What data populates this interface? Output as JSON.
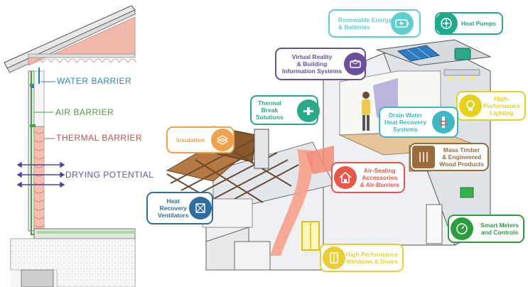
{
  "wall_labels": {
    "water": "WATER BARRIER",
    "air": "AIR BARRIER",
    "thermal": "THERMAL BARRIER",
    "drying": "DRYING POTENTIAL"
  },
  "callouts": {
    "renewable": {
      "lines": [
        "Renewable Energy",
        "& Batteries"
      ],
      "color": "#5ecfd0"
    },
    "heat_pumps": {
      "lines": [
        "Heat Pumps"
      ],
      "color": "#21ab8e"
    },
    "vr_bim": {
      "lines": [
        "Virtual Reality",
        "& Building",
        "Information Systems"
      ],
      "color": "#6c4f9c"
    },
    "lighting": {
      "lines": [
        "High-",
        "Performance",
        "Lighting"
      ],
      "color": "#e6d21e"
    },
    "thermal_break": {
      "lines": [
        "Thermal",
        "Break",
        "Solutions"
      ],
      "color": "#2aa98b"
    },
    "drain_water": {
      "lines": [
        "Drain Water",
        "Heat Recovery",
        "Systems"
      ],
      "color": "#3eb8c4"
    },
    "insulation": {
      "lines": [
        "Insulation"
      ],
      "color": "#f2a04a"
    },
    "mass_timber": {
      "lines": [
        "Mass Timber",
        "& Engineered",
        "Wood Products"
      ],
      "color": "#9a6b3b"
    },
    "air_sealing": {
      "lines": [
        "Air-Sealing",
        "Accessories",
        "& Air-Barriers"
      ],
      "color": "#e8584a"
    },
    "hrv": {
      "lines": [
        "Heat",
        "Recovery",
        "Ventilators"
      ],
      "color": "#2e6e9e"
    },
    "smart_meters": {
      "lines": [
        "Smart Meters",
        "and Controls"
      ],
      "color": "#2a9e3f"
    },
    "windows": {
      "lines": [
        "High Performance",
        "Windows & Doors"
      ],
      "color": "#e9cf35"
    }
  },
  "icons": [
    "battery-icon",
    "heat-pump-icon",
    "vr-headset-icon",
    "lightbulb-icon",
    "thermal-break-icon",
    "drain-pipe-icon",
    "insulation-icon",
    "timber-icon",
    "house-icon",
    "ventilator-icon",
    "meter-gauge-icon",
    "window-icon"
  ]
}
